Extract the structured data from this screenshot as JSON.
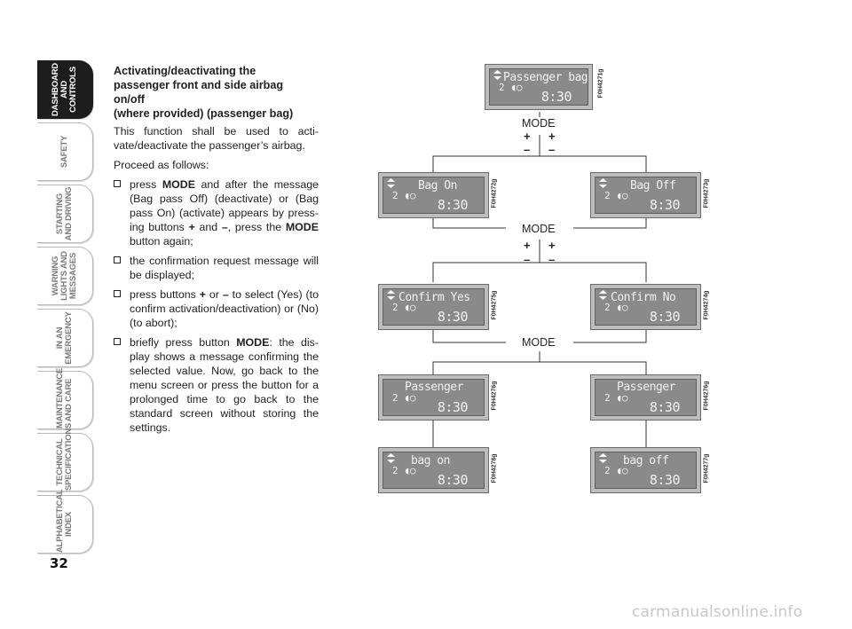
{
  "sidebar": {
    "tabs": [
      {
        "label": "DASHBOARD AND CONTROLS",
        "active": true
      },
      {
        "label": "SAFETY",
        "active": false
      },
      {
        "label": "STARTING AND DRIVING",
        "active": false
      },
      {
        "label": "WARNING LIGHTS AND MESSAGES",
        "active": false
      },
      {
        "label": "IN AN EMERGENCY",
        "active": false
      },
      {
        "label": "MAINTENANCE AND CARE",
        "active": false
      },
      {
        "label": "TECHNICAL SPECIFICATIONS",
        "active": false
      },
      {
        "label": "ALPHABETICAL INDEX",
        "active": false
      }
    ]
  },
  "page": {
    "number": "32",
    "watermark": "carmanualsonline.info"
  },
  "section": {
    "heading_lines": [
      "Activating/deactivating the",
      "passenger front and side airbag",
      "on/off",
      "(where provided) (passenger bag)"
    ],
    "intro": "This function shall be used to acti-vate/deactivate the passenger’s airbag.",
    "proceed": "Proceed as follows:",
    "steps": [
      {
        "pre": "press ",
        "b1": "MODE",
        "mid": " and after the message (Bag pass Off) (deactivate) or  (Bag pass On) (activate) appears by press-ing buttons  ",
        "b2": "+",
        "mid2": " and ",
        "b3": "–",
        "post": ", press the ",
        "b4": "MODE",
        "end": " button again;"
      },
      {
        "pre": "the confirmation request message will be displayed;",
        "b1": "",
        "mid": "",
        "b2": "",
        "mid2": "",
        "b3": "",
        "post": "",
        "b4": "",
        "end": ""
      },
      {
        "pre": "press buttons ",
        "b1": "+",
        "mid": " or ",
        "b2": "–",
        "mid2": " to select (Yes) (to confirm activation/deactivation) or (No) (to abort);",
        "b3": "",
        "post": "",
        "b4": "",
        "end": ""
      },
      {
        "pre": "briefly press button ",
        "b1": "MODE",
        "mid": ": the dis-play shows a message confirming the selected value. Now, go back to the menu screen or press the button for a prolonged time to go back to the standard screen without storing the settings.",
        "b2": "",
        "mid2": "",
        "b3": "",
        "post": "",
        "b4": "",
        "end": ""
      }
    ]
  },
  "diagram": {
    "mode_label": "MODE",
    "plus": "+",
    "minus": "–",
    "displays": {
      "top": {
        "line1": "Passenger bag",
        "line2": "2",
        "time": "8:30",
        "code": "F0H4271g"
      },
      "bag_on": {
        "line1": "Bag On",
        "line2": "2",
        "time": "8:30",
        "code": "F0H4272g"
      },
      "bag_off": {
        "line1": "Bag Off",
        "line2": "2",
        "time": "8:30",
        "code": "F0H4273g"
      },
      "confirm_yes": {
        "line1": "Confirm Yes",
        "line2": "2",
        "time": "8:30",
        "code": "F0H4275g"
      },
      "confirm_no": {
        "line1": "Confirm No",
        "line2": "2",
        "time": "8:30",
        "code": "F0H4274g"
      },
      "passenger_left": {
        "line1": "Passenger",
        "line2": "2",
        "time": "8:30",
        "code": "F0H4276g"
      },
      "passenger_right": {
        "line1": "Passenger",
        "line2": "2",
        "time": "8:30",
        "code": "F0H4276g"
      },
      "bag_on_final": {
        "line1": "bag on",
        "line2": "2",
        "time": "8:30",
        "code": "F0H4278g"
      },
      "bag_off_final": {
        "line1": "bag off",
        "line2": "2",
        "time": "8:30",
        "code": "F0H4277g"
      }
    }
  }
}
